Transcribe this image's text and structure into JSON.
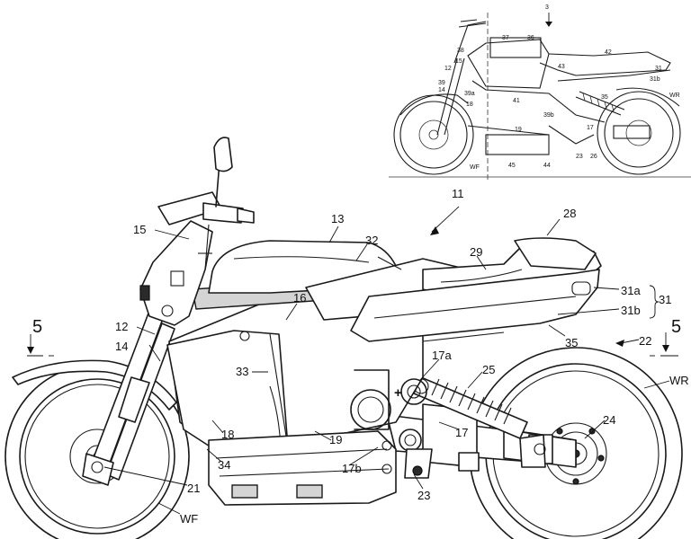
{
  "main_labels": {
    "l11": "11",
    "l13": "13",
    "l15": "15",
    "l28": "28",
    "l32": "32",
    "l29": "29",
    "l16": "16",
    "l31a": "31a",
    "l31b": "31b",
    "l31": "31",
    "l12": "12",
    "l14": "14",
    "l35": "35",
    "l22": "22",
    "l17a": "17a",
    "l33": "33",
    "l25": "25",
    "lWR": "WR",
    "l24": "24",
    "l17": "17",
    "l18": "18",
    "l19": "19",
    "l17b": "17b",
    "l34": "34",
    "l21": "21",
    "l23": "23",
    "lWF": "WF",
    "sec_left": "5",
    "sec_right": "5"
  },
  "inset_labels": {
    "i3": "3",
    "i37": "37",
    "i36": "36",
    "i38": "38",
    "i42": "42",
    "i15": "15",
    "i12": "12",
    "i43": "43",
    "i31": "31",
    "i31b": "31b",
    "i39": "39",
    "i14": "14",
    "i39a": "39a",
    "i41": "41",
    "i35": "35",
    "iWR": "WR",
    "i18": "18",
    "i39b": "39b",
    "i19": "19",
    "i17": "17",
    "i23": "23",
    "i26": "26",
    "iWF": "WF",
    "i45": "45",
    "i44": "44"
  }
}
